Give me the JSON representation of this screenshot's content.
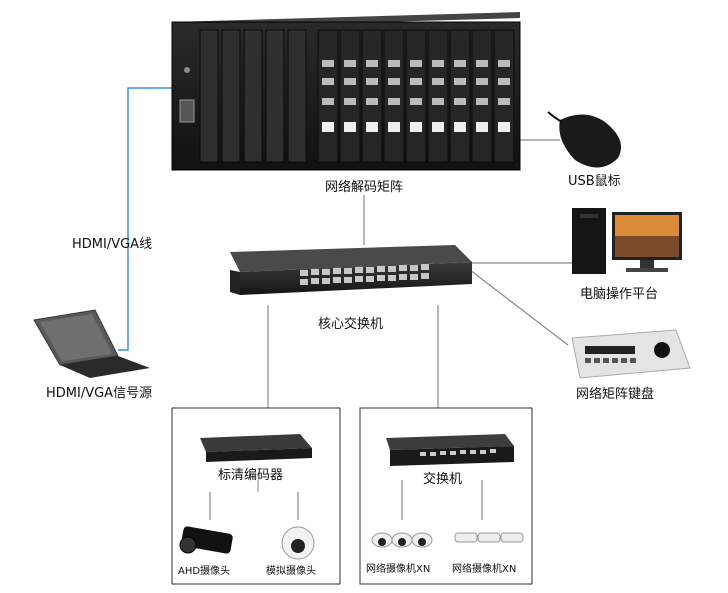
{
  "labels": {
    "matrix": "网络解码矩阵",
    "usb_mouse": "USB鼠标",
    "hdmi_line": "HDMI/VGA线",
    "pc_platform": "电脑操作平台",
    "core_switch": "核心交换机",
    "hdmi_source": "HDMI/VGA信号源",
    "keyboard": "网络矩阵键盘",
    "encoder": "标清编码器",
    "switch": "交换机",
    "ahd_camera": "AHD摄像头",
    "analog_camera": "模拟摄像头",
    "ip_camera_1": "网络摄像机XN",
    "ip_camera_2": "网络摄像机XN"
  },
  "colors": {
    "hdmi_cable": "#3b8fe0",
    "link_line": "#888888",
    "chassis": "#1c1c1c",
    "box_border": "#333333"
  }
}
